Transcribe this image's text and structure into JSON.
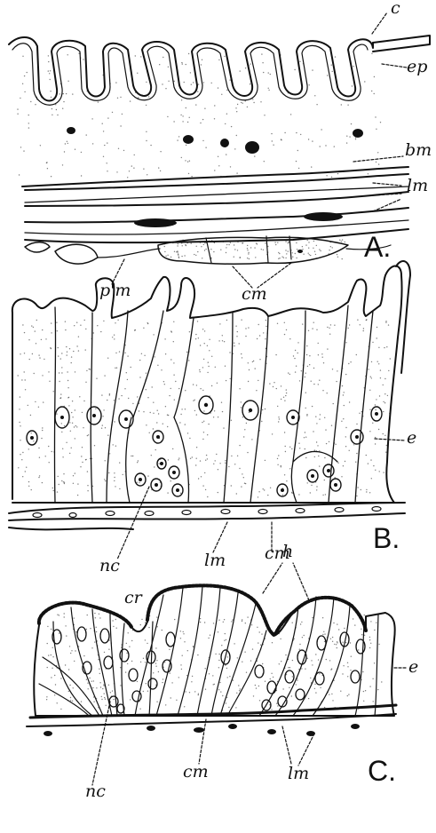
{
  "panels": [
    {
      "id": "A",
      "letter": "A.",
      "labels": {
        "c": "c",
        "ep": "ep",
        "bm": "bm",
        "lm": "lm",
        "pm": "p'm",
        "cm": "cm"
      }
    },
    {
      "id": "B",
      "letter": "B.",
      "labels": {
        "e": "e",
        "nc": "nc",
        "lm": "lm",
        "cm": "cm"
      }
    },
    {
      "id": "C",
      "letter": "C.",
      "labels": {
        "h": "h",
        "cr": "cr",
        "e": "e",
        "nc": "nc",
        "cm": "cm",
        "lm": "lm"
      }
    }
  ],
  "style": {
    "ink": "#111111",
    "paper": "#ffffff"
  }
}
